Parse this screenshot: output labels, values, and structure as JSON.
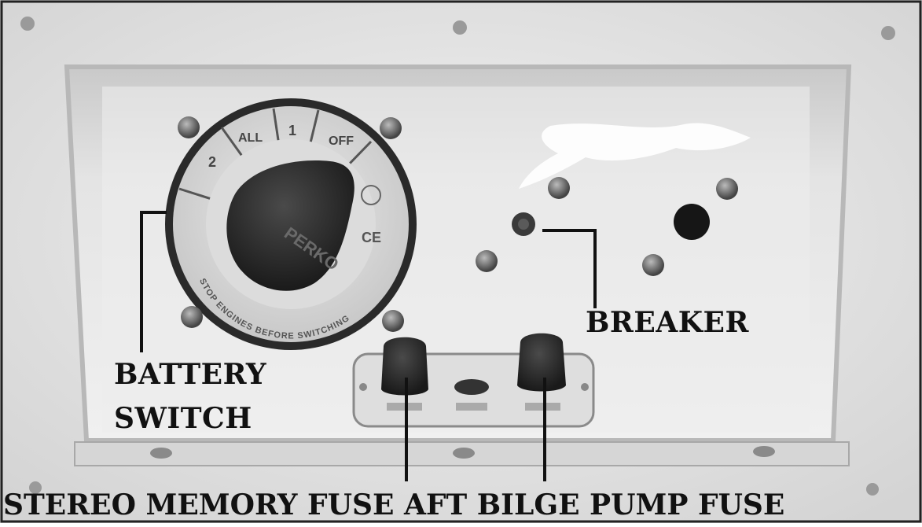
{
  "labels": {
    "breaker": "BREAKER",
    "battery_switch_line1": "BATTERY",
    "battery_switch_line2": "SWITCH",
    "bottom_caption": "STEREO MEMORY FUSE AFT BILGE PUMP FUSE"
  },
  "switch_dial": {
    "positions": [
      "2",
      "ALL",
      "1",
      "OFF"
    ],
    "brand": "PERKO",
    "warning_text": "STOP ENGINES BEFORE SWITCHING",
    "marks": [
      "CE"
    ]
  },
  "colors": {
    "panel": "#e6e6e6",
    "panel_shadow": "#bdbdbd",
    "dial_face": "#d9d9d9",
    "knob": "#262626",
    "callout_line": "#111111"
  }
}
